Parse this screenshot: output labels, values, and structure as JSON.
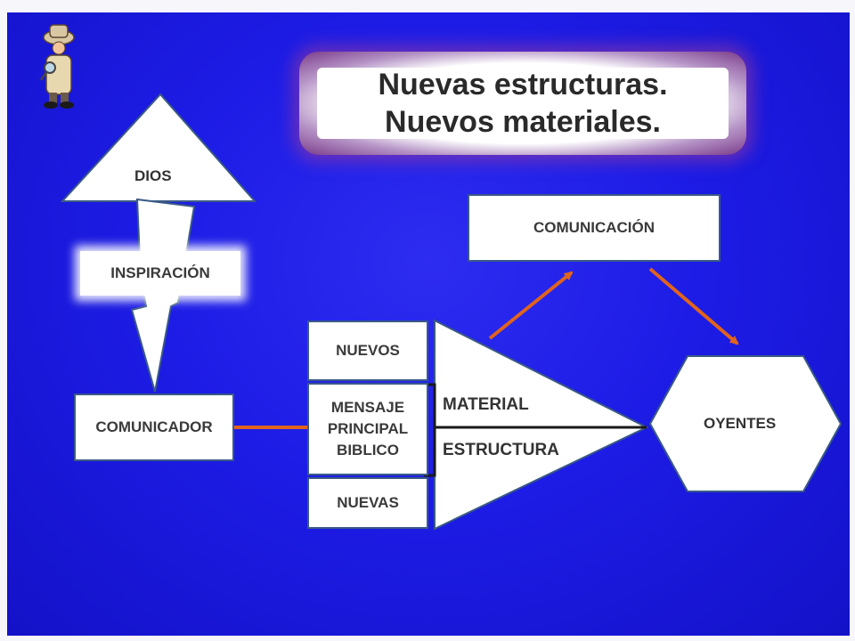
{
  "title": {
    "line1": "Nuevas estructuras.",
    "line2": "Nuevos materiales."
  },
  "nodes": {
    "dios": "DIOS",
    "inspiracion": "INSPIRACIÓN",
    "comunicador": "COMUNICADOR",
    "nuevos": "NUEVOS",
    "mensaje": [
      "MENSAJE",
      "PRINCIPAL",
      "BIBLICO"
    ],
    "nuevas": "NUEVAS",
    "material": "MATERIAL",
    "estructura": "ESTRUCTURA",
    "comunicacion": "COMUNICACIÓN",
    "oyentes": "OYENTES"
  },
  "colors": {
    "background": "#1d1ce6",
    "shape_fill": "#ffffff",
    "shape_border": "#3a5a86",
    "arrow": "#e0641e"
  },
  "icons": {
    "mascot": "detective-mascot-icon"
  }
}
